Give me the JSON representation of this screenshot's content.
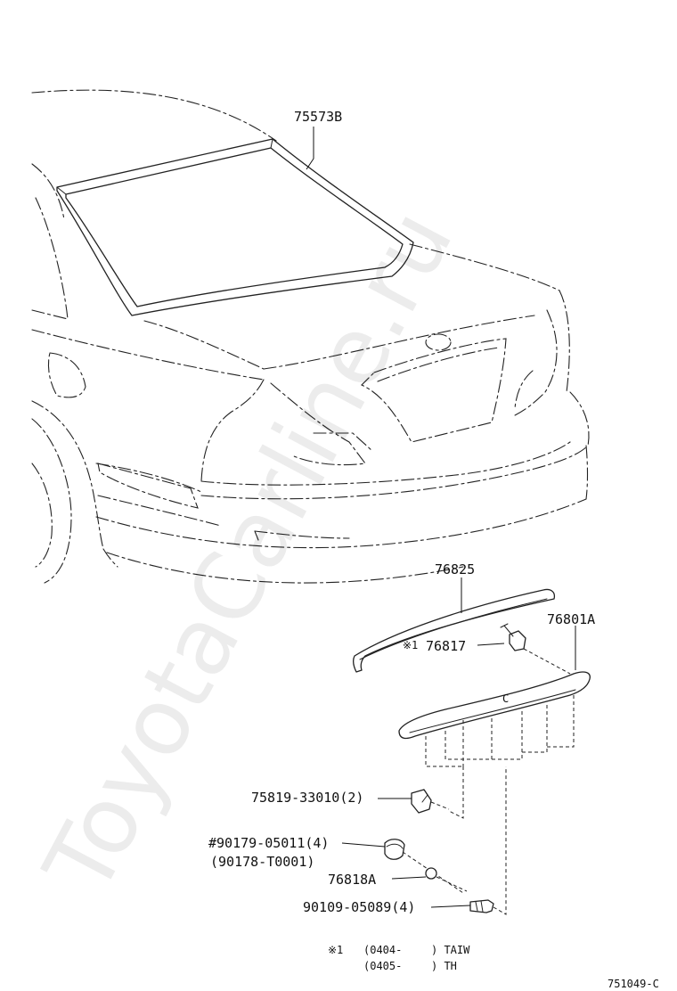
{
  "parts": [
    {
      "id": "75573B"
    },
    {
      "id": "76825"
    },
    {
      "id": "76801A"
    },
    {
      "id": "76817",
      "note_mark": "※1"
    },
    {
      "id": "75819-33010",
      "qty": "(2)"
    },
    {
      "id": "90179-05011",
      "qty": "(4)",
      "prefix": "#"
    },
    {
      "id": "(90178-T0001)"
    },
    {
      "id": "76818A"
    },
    {
      "id": "90109-05089",
      "qty": "(4)"
    }
  ],
  "labels": {
    "p75573b": "75573B",
    "p76825": "76825",
    "p76801a": "76801A",
    "p76817_mark": "※1",
    "p76817": "76817",
    "p75819": "75819-33010(2)",
    "p90179": "#90179-05011(4)",
    "p90178": "(90178-T0001)",
    "p76818a": "76818A",
    "p90109": "90109-05089(4)"
  },
  "footnote": {
    "mark": "※1",
    "line1_open": "(0404-",
    "line1_close": ") TAIW",
    "line2_open": "(0405-",
    "line2_close": ") TH"
  },
  "diagram_code": "751049-C",
  "watermark": "ToyotaCarline.ru"
}
